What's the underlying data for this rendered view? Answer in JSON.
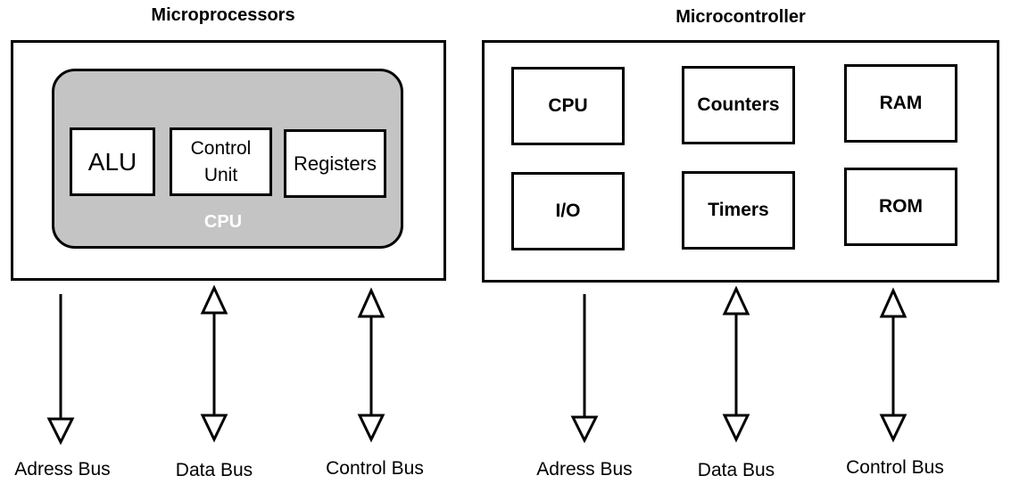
{
  "microprocessor": {
    "title": "Microprocessors",
    "cpu_label": "CPU",
    "units": [
      "ALU",
      "Control\nUnit",
      "Registers"
    ]
  },
  "microcontroller": {
    "title": "Microcontroller",
    "boxes": [
      "CPU",
      "Counters",
      "RAM",
      "I/O",
      "Timers",
      "ROM"
    ]
  },
  "buses": {
    "left": [
      "Adress Bus",
      "Data Bus",
      "Control Bus"
    ],
    "right": [
      "Adress Bus",
      "Data Bus",
      "Control Bus"
    ]
  }
}
